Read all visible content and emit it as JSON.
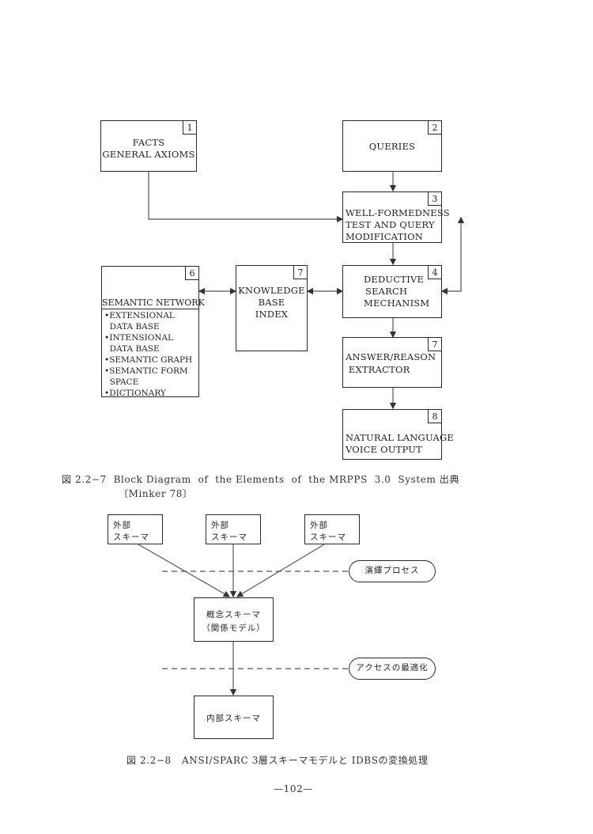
{
  "figure1": {
    "boxes": {
      "facts": {
        "num": "1",
        "lines": [
          "FACTS",
          "GENERAL AXIOMS"
        ]
      },
      "queries": {
        "num": "2",
        "lines": [
          "QUERIES"
        ]
      },
      "wellformed": {
        "num": "3",
        "lines": [
          "WELL-FORMEDNESS",
          "TEST AND QUERY",
          "MODIFICATION"
        ]
      },
      "deductive": {
        "num": "4",
        "lines": [
          "DEDUCTIVE",
          "SEARCH",
          "MECHANISM"
        ]
      },
      "semantic": {
        "num": "6",
        "heading": "SEMANTIC NETWORK",
        "items": [
          "•EXTENSIONAL",
          "  DATA BASE",
          "•INTENSIONAL",
          "  DATA BASE",
          "•SEMANTIC GRAPH",
          "•SEMANTIC FORM",
          "  SPACE",
          "•DICTIONARY"
        ]
      },
      "kbindex": {
        "num": "7",
        "lines": [
          "KNOWLEDGE",
          "BASE",
          "INDEX"
        ]
      },
      "answer": {
        "num": "7",
        "lines": [
          "ANSWER/REASON",
          " EXTRACTOR"
        ]
      },
      "natural": {
        "num": "8",
        "lines": [
          "NATURAL LANGUAGE",
          "VOICE OUTPUT"
        ]
      }
    },
    "caption_line1": "図 2.2−7  Block Diagram  of  the Elements  of  the MRPPS  3.0  System 出典",
    "caption_line2": "〔Minker 78〕"
  },
  "figure2": {
    "external_schemas": [
      {
        "line1": "外部",
        "line2": "スキーマ"
      },
      {
        "line1": "外部",
        "line2": "スキーマ"
      },
      {
        "line1": "外部",
        "line2": "スキーマ"
      }
    ],
    "conceptual": {
      "line1": "概念スキーマ",
      "line2": "（関係モデル）"
    },
    "internal": "内部スキーマ",
    "process_label": "演繹プロセス",
    "access_label": "アクセスの最適化",
    "caption": "図 2.2−8   ANSI/SPARC 3層スキーマモデルと IDBSの変換処理"
  },
  "page_number": "—102—"
}
